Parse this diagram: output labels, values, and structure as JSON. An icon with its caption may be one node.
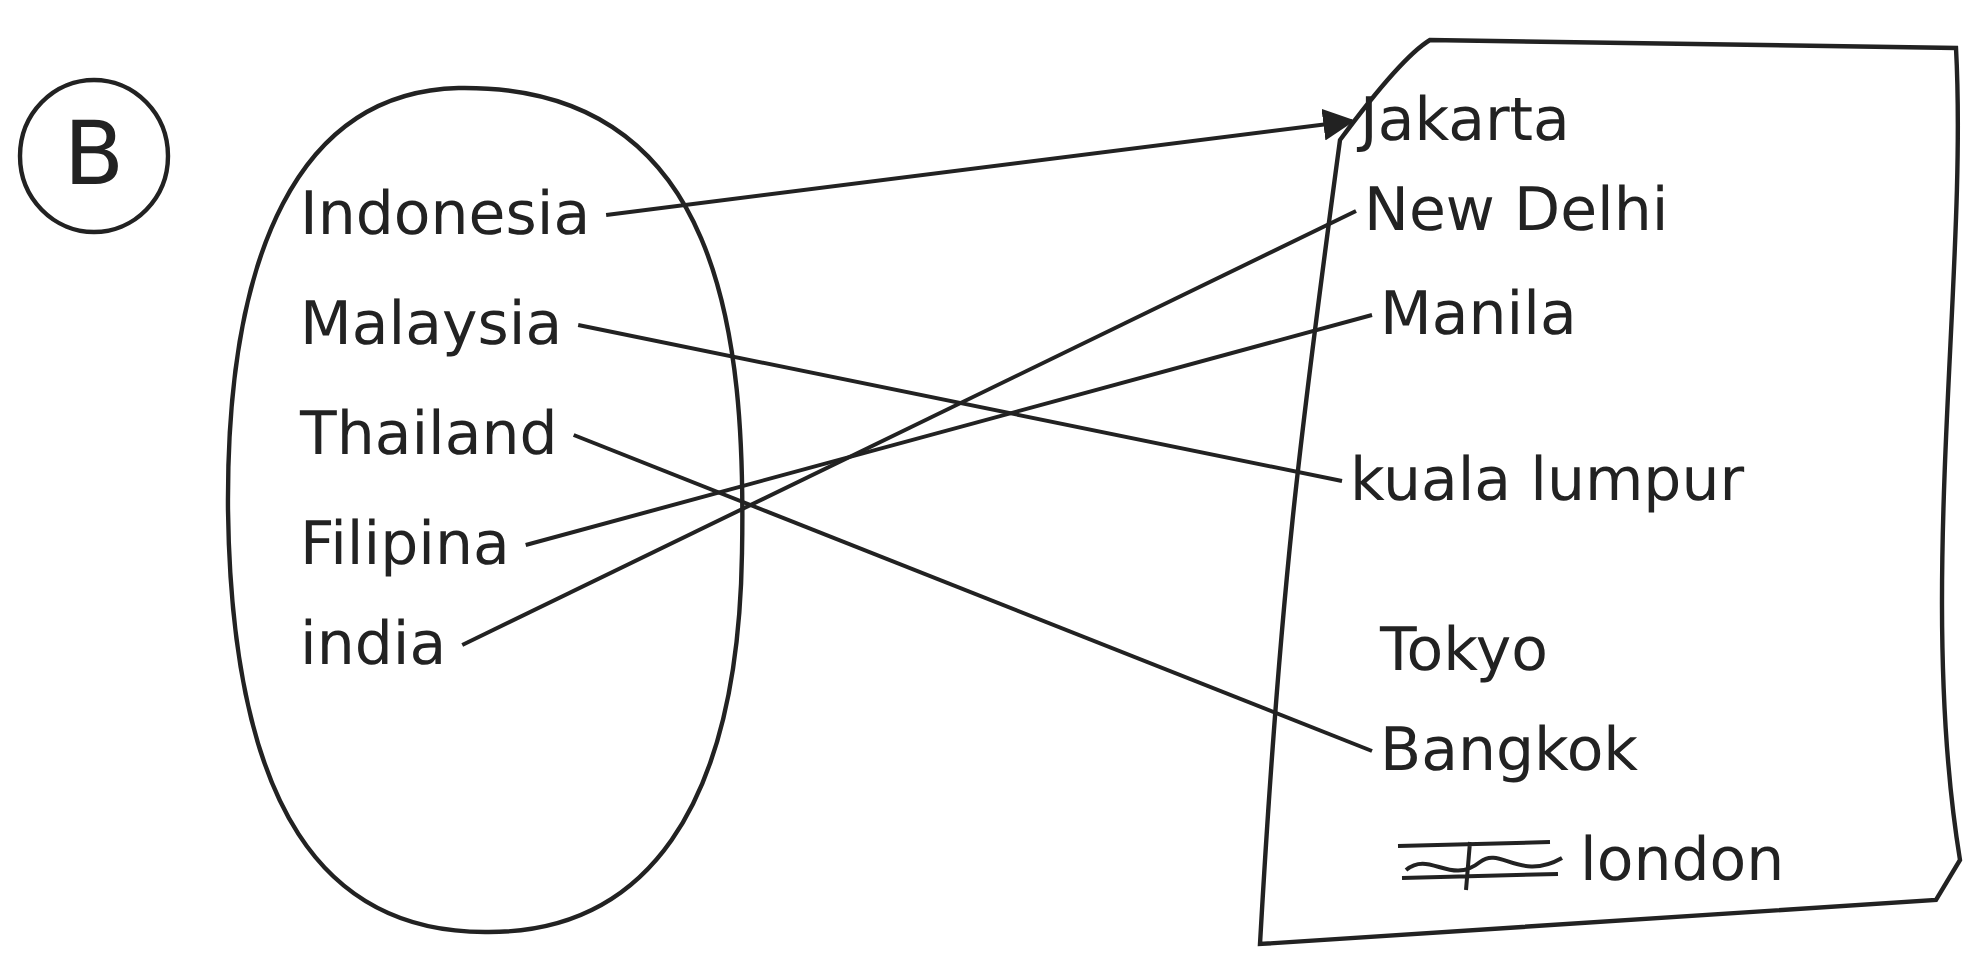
{
  "diagram": {
    "nodes": [
      {
        "text": [
          "B"
        ]
      },
      {
        "text": [],
        "shape": "circle"
      },
      {
        "text": [
          "Indonesia"
        ],
        "in": 1
      },
      {
        "text": [
          "Malaysia"
        ],
        "in": 1
      },
      {
        "text": [
          "Thailand"
        ],
        "in": 1
      },
      {
        "text": [
          "Filipina"
        ],
        "in": 1
      },
      {
        "text": [
          "india"
        ],
        "in": 1
      },
      {
        "text": [],
        "shape": "cloud"
      },
      {
        "text": [
          "Jakarta"
        ],
        "in": 7
      },
      {
        "text": [
          "New Delhi"
        ],
        "in": 7
      },
      {
        "text": [
          "Manila"
        ],
        "in": 7
      },
      {
        "text": [
          "kuala lumpur"
        ],
        "in": 7
      },
      {
        "text": [
          "Tokyo"
        ],
        "in": 7
      },
      {
        "text": [
          "Bangkok"
        ],
        "in": 7
      },
      {
        "text": [
          "london"
        ],
        "in": 7
      }
    ],
    "edges": [
      {
        "from": 2,
        "to": 8,
        "arrow": "to"
      },
      {
        "from": 3,
        "to": 11,
        "arrow": "none"
      },
      {
        "from": 4,
        "to": 13,
        "arrow": "none"
      },
      {
        "from": 5,
        "to": 10,
        "arrow": "none"
      },
      {
        "from": 6,
        "to": 9,
        "arrow": "none"
      }
    ]
  }
}
